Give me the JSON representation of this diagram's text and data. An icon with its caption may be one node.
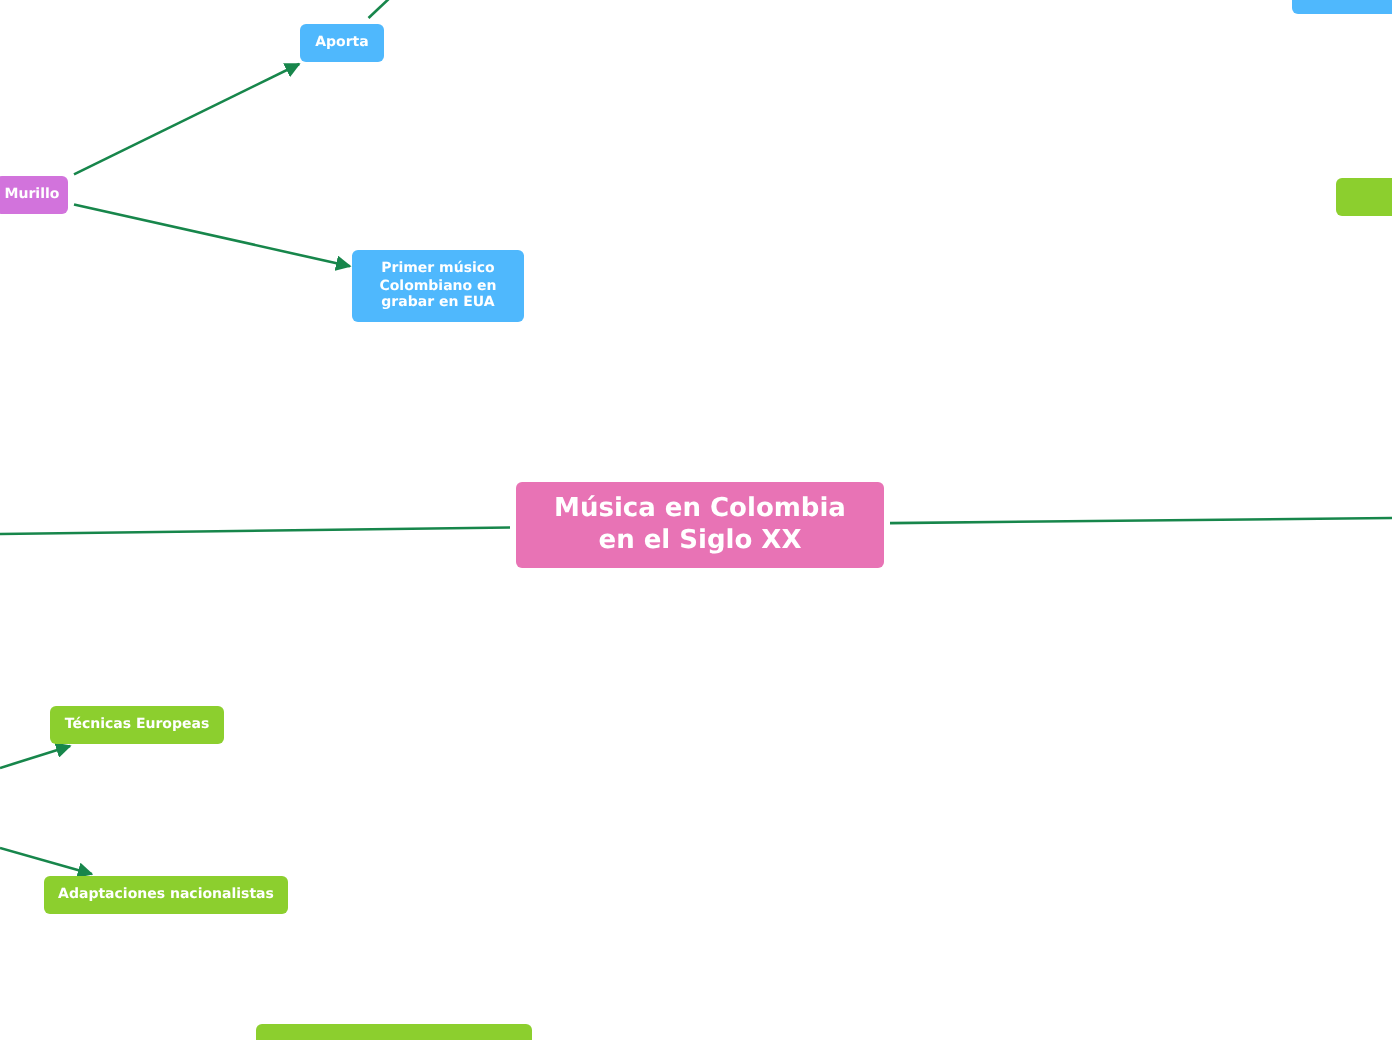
{
  "diagram": {
    "nodes": [
      {
        "text": [
          "Aporta"
        ]
      },
      {
        "text": [
          "Murillo"
        ]
      },
      {
        "text": [
          "Primer músico Colombiano en grabar en EUA"
        ]
      },
      {
        "text": [],
        "shape": "box"
      },
      {
        "text": [],
        "shape": "box"
      },
      {
        "text": [
          "Música en Colombia en el Siglo XX"
        ]
      },
      {
        "text": [
          "Técnicas Europeas"
        ]
      },
      {
        "text": [
          "Adaptaciones nacionalistas"
        ]
      },
      {
        "text": [],
        "shape": "box"
      }
    ],
    "edges": [
      {
        "from": 0,
        "to": null,
        "arrow": "none"
      },
      {
        "from": 1,
        "to": 0,
        "arrow": "to"
      },
      {
        "from": 1,
        "to": 2,
        "arrow": "to"
      },
      {
        "from": 5,
        "to": null,
        "arrow": "none"
      },
      {
        "from": 5,
        "to": null,
        "arrow": "none"
      },
      {
        "from": null,
        "to": 6,
        "arrow": "to"
      },
      {
        "from": null,
        "to": 7,
        "arrow": "to"
      }
    ]
  }
}
